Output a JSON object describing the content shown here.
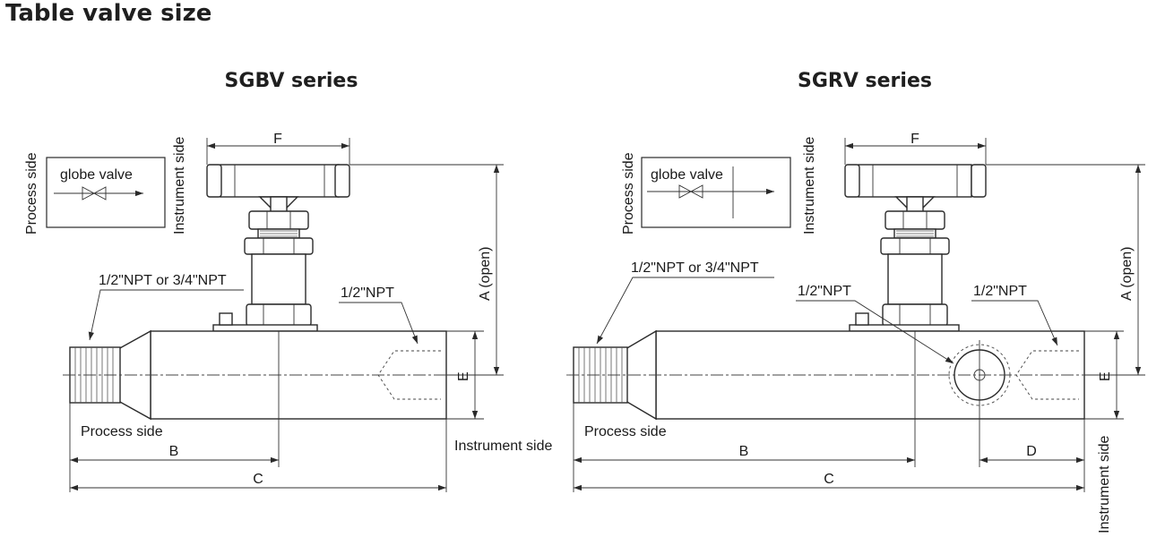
{
  "page_title": "Table valve size",
  "colors": {
    "line": "#2a2a2a",
    "text": "#1a1a1a",
    "title": "#1f1f1f",
    "background": "#ffffff"
  },
  "sgbv": {
    "title": "SGBV series",
    "symbol_label": "globe valve",
    "process_side_vertical": "Process side",
    "instrument_side_vertical": "Instrument side",
    "thread_left": "1/2\"NPT or 3/4\"NPT",
    "thread_right": "1/2\"NPT",
    "process_side": "Process side",
    "instrument_side": "Instrument side",
    "dim_a": "A (open)",
    "dim_b": "B",
    "dim_c": "C",
    "dim_e": "E",
    "dim_f": "F"
  },
  "sgrv": {
    "title": "SGRV series",
    "symbol_label": "globe valve",
    "process_side_vertical": "Process side",
    "instrument_side_vertical": "Instrument side",
    "thread_left": "1/2\"NPT or 3/4\"NPT",
    "thread_mid": "1/2\"NPT",
    "thread_right": "1/2\"NPT",
    "process_side": "Process side",
    "instrument_side_vertical_bottom": "Instrument side",
    "dim_a": "A (open)",
    "dim_b": "B",
    "dim_c": "C",
    "dim_d": "D",
    "dim_e": "E",
    "dim_f": "F"
  }
}
